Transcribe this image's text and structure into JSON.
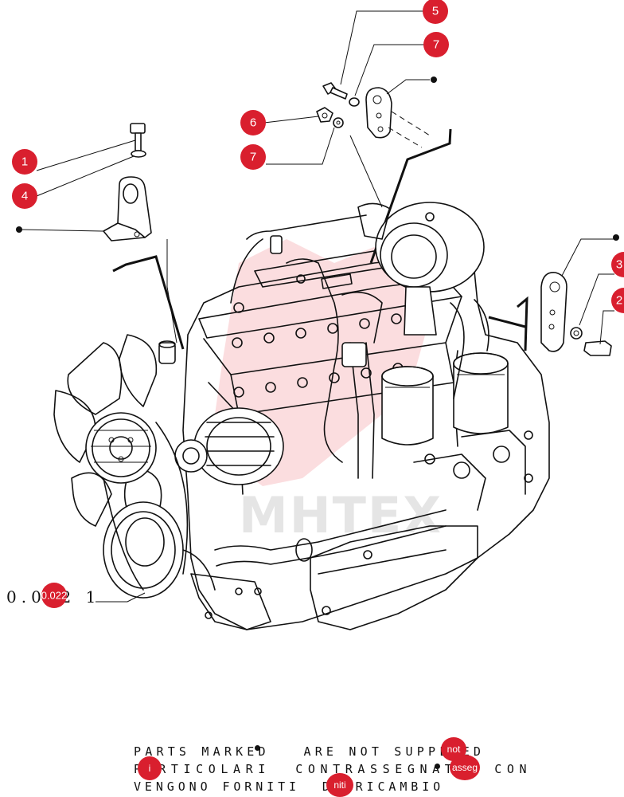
{
  "watermark": "MHTEX",
  "callouts": [
    "5",
    "7",
    "6",
    "7",
    "1",
    "4",
    "3",
    "2"
  ],
  "drawing_code": "0.022 1",
  "drawing_code_badge": "0.022",
  "notes": {
    "line1": "PARTS MARKED   ARE NOT SUPPLIED",
    "line2": "PARTICOLARI  CONTRASSEGNATI  CON",
    "line3": "VENGONO FORNITI  DI RICAMBIO"
  },
  "tags": {
    "not": "not",
    "i": "i",
    "assegnati": "asseg",
    "forniti": "niti"
  }
}
